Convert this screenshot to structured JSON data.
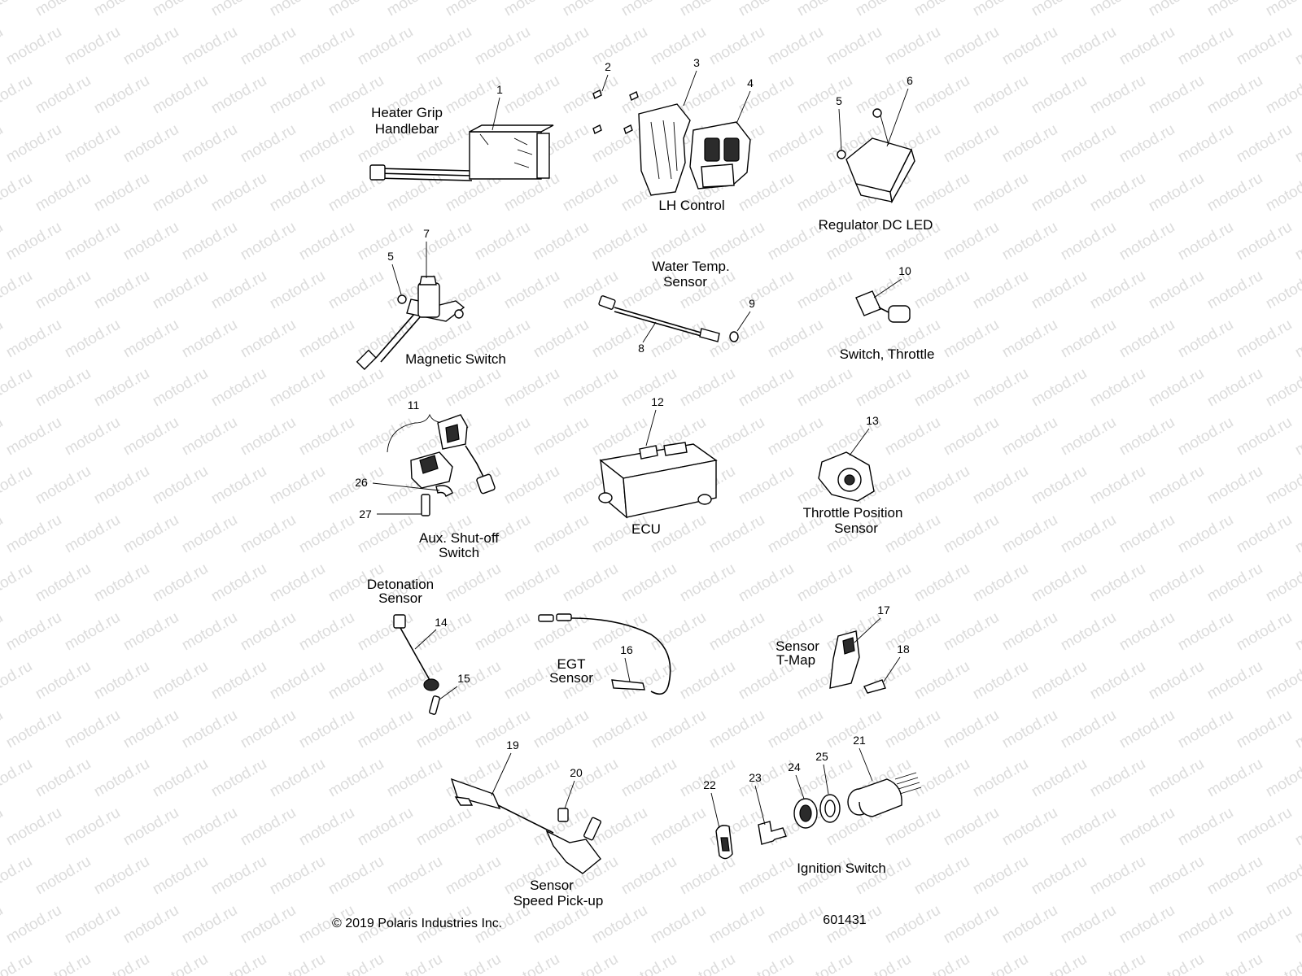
{
  "watermark": {
    "text": "motod.ru"
  },
  "labels": {
    "heater_grip": [
      "Heater Grip",
      "Handlebar"
    ],
    "lh_control": "LH Control",
    "regulator": "Regulator DC LED",
    "water_temp": [
      "Water Temp.",
      "Sensor"
    ],
    "magnetic_switch": "Magnetic Switch",
    "switch_throttle": "Switch, Throttle",
    "ecu": "ECU",
    "throttle_position": [
      "Throttle Position",
      "Sensor"
    ],
    "aux_shutoff": [
      "Aux. Shut-off",
      "Switch"
    ],
    "detonation": [
      "Detonation",
      "Sensor"
    ],
    "egt": [
      "EGT",
      "Sensor"
    ],
    "t_map": [
      "Sensor",
      "T-Map"
    ],
    "speed_pickup": [
      "Sensor",
      "Speed Pick-up"
    ],
    "ignition_switch": "Ignition Switch"
  },
  "callouts": {
    "n1": "1",
    "n2": "2",
    "n3": "3",
    "n4": "4",
    "n5a": "5",
    "n6": "6",
    "n5b": "5",
    "n7": "7",
    "n8": "8",
    "n9": "9",
    "n10": "10",
    "n11": "11",
    "n12": "12",
    "n13": "13",
    "n14": "14",
    "n15": "15",
    "n16": "16",
    "n17": "17",
    "n18": "18",
    "n19": "19",
    "n20": "20",
    "n21": "21",
    "n22": "22",
    "n23": "23",
    "n24": "24",
    "n25": "25",
    "n26": "26",
    "n27": "27"
  },
  "footer": {
    "copyright": "© 2019 Polaris Industries Inc.",
    "drawing_number": "601431"
  }
}
